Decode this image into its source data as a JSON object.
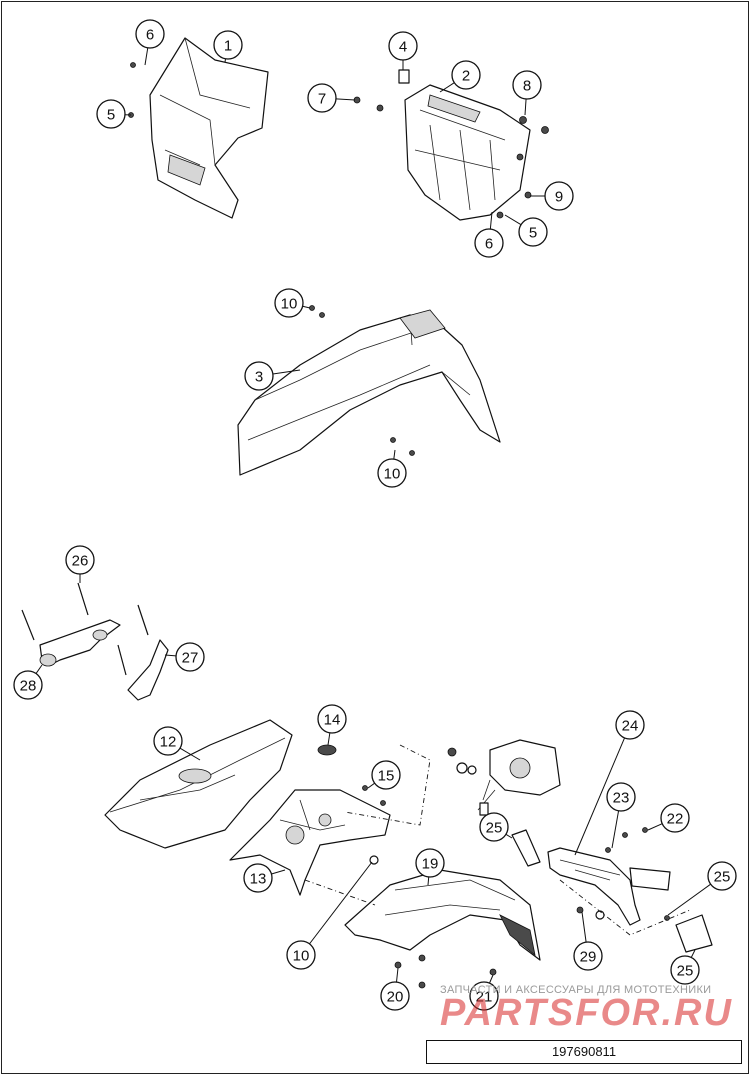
{
  "diagram": {
    "callouts": [
      {
        "label": "1"
      },
      {
        "label": "2"
      },
      {
        "label": "3"
      },
      {
        "label": "4"
      },
      {
        "label": "5"
      },
      {
        "label": "5"
      },
      {
        "label": "6"
      },
      {
        "label": "6"
      },
      {
        "label": "7"
      },
      {
        "label": "8"
      },
      {
        "label": "9"
      },
      {
        "label": "10"
      },
      {
        "label": "10"
      },
      {
        "label": "10"
      },
      {
        "label": "12"
      },
      {
        "label": "13"
      },
      {
        "label": "14"
      },
      {
        "label": "15"
      },
      {
        "label": "19"
      },
      {
        "label": "20"
      },
      {
        "label": "21"
      },
      {
        "label": "22"
      },
      {
        "label": "23"
      },
      {
        "label": "24"
      },
      {
        "label": "25"
      },
      {
        "label": "25"
      },
      {
        "label": "25"
      },
      {
        "label": "26"
      },
      {
        "label": "27"
      },
      {
        "label": "28"
      },
      {
        "label": "29"
      }
    ],
    "drawing_number": "197690811"
  },
  "watermark": {
    "tagline": "ЗАПЧАСТИ И АКСЕССУАРЫ ДЛЯ МОТОТЕХНИКИ",
    "logo": "PARTSFOR.RU"
  }
}
